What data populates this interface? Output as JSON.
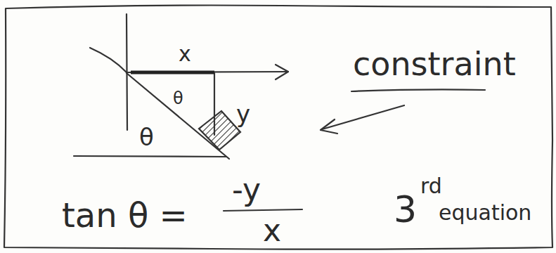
{
  "diagram": {
    "labels": [
      "x",
      "θ",
      "y",
      "θ",
      "constraint",
      "tan θ =",
      "-y",
      "x",
      "3",
      "rd",
      "equation"
    ]
  }
}
